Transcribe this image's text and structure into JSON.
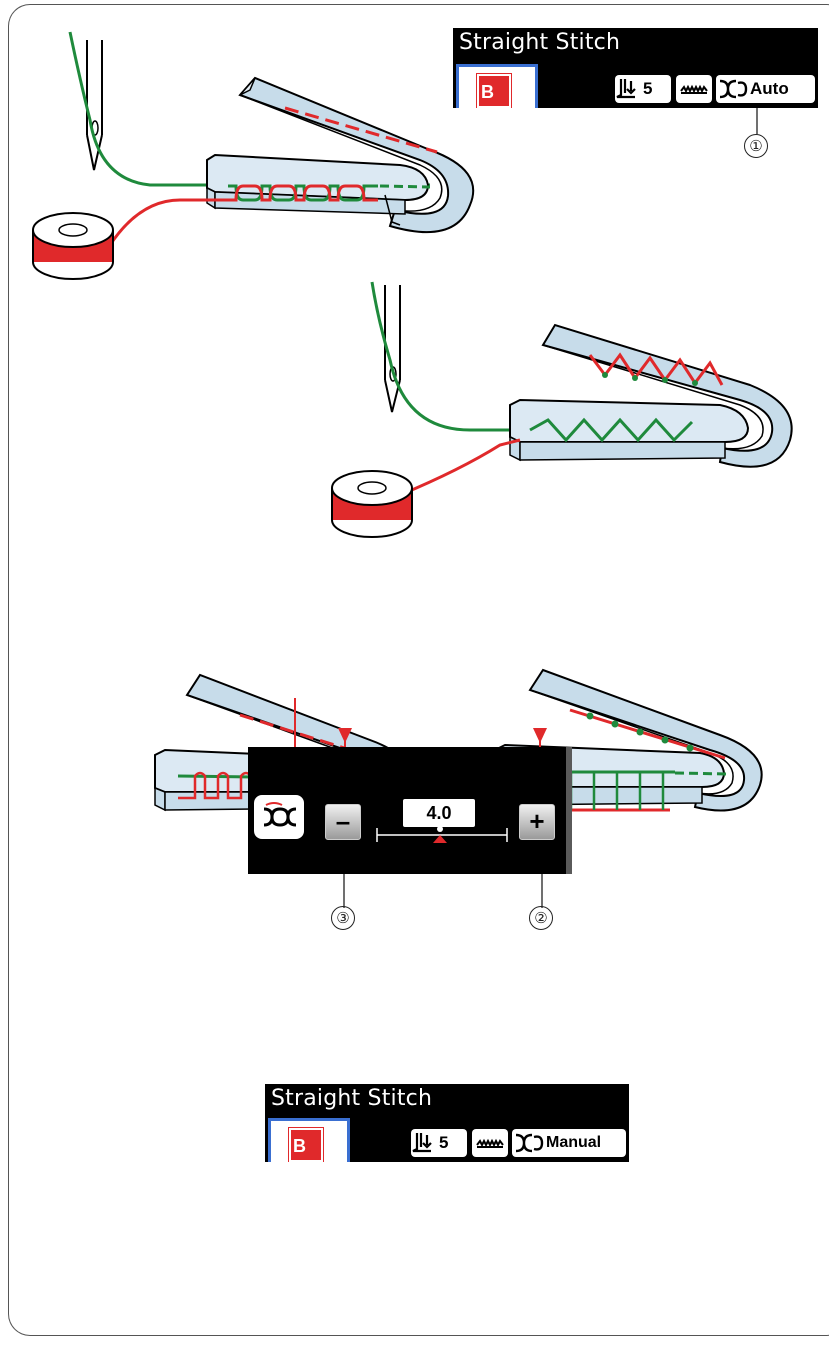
{
  "panel_auto": {
    "title": "Straight Stitch",
    "pattern_icon": "B",
    "presser_foot_value": "5",
    "tension_mode": "Auto",
    "callout": "①"
  },
  "tension_adjust": {
    "value": "4.0",
    "minus_label": "–",
    "plus_label": "+",
    "callout_minus": "③",
    "callout_plus": "②"
  },
  "panel_manual": {
    "title": "Straight Stitch",
    "pattern_icon": "B",
    "presser_foot_value": "5",
    "tension_mode": "Manual"
  },
  "icons": {
    "presser_foot": "presser-foot-icon",
    "feed_dog": "feed-dog-icon",
    "tension": "thread-tension-icon",
    "needle": "needle-icon",
    "bobbin": "bobbin-icon"
  },
  "colors": {
    "needle_thread": "#1f8a3c",
    "bobbin_thread": "#e0292b",
    "fabric": "#c7dcea",
    "arrow": "#e0292b",
    "lcd_bg": "#000000",
    "selected_border": "#3a6fd1"
  }
}
